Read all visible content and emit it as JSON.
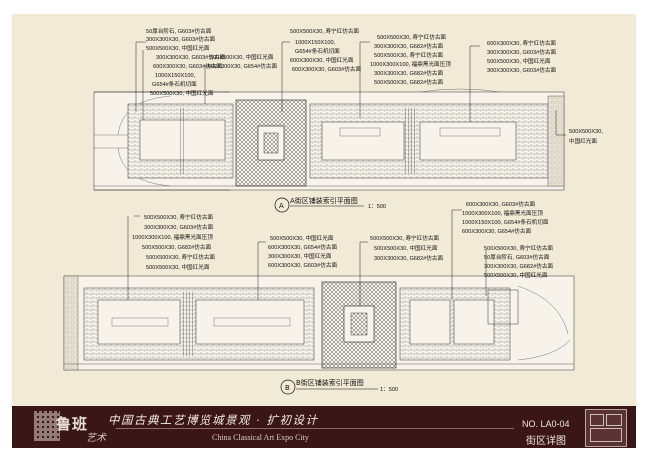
{
  "plan_a": {
    "title": "A街区铺装索引平面图",
    "scale": "1：500",
    "marker": "A",
    "callout_groups": [
      [
        "50厚台阶石, G603#仿古面",
        "300X300X30, G603#仿古面",
        "500X500X30, 中国红光面",
        "300X300X30, G603#仿古面",
        "600X300X30, G603#仿古面",
        "1000X150X100,",
        "G654#条石机切面",
        "500X500X30, 中国红光面"
      ],
      [
        "500X500X30, 中国红光面",
        "600X300X30, G654#仿古面"
      ],
      [
        "500X500X30, 寿宁红仿古面",
        "1000X150X100,",
        "G654#条石机切面",
        "600X300X30, 中国红光面",
        "600X300X30, G603#仿古面"
      ],
      [
        "500X500X30, 寿宁红仿古面",
        "300X300X30, G682#仿古面",
        "500X500X30, 寿宁红仿古面",
        "1000X300X100, 福鼎黑光面压顶",
        "300X300X30, G682#仿古面",
        "500X500X30, G682#仿古面"
      ],
      [
        "600X300X30, 寿宁红仿古面",
        "300X300X30, G603#仿古面",
        "500X500X30, 中国红光面",
        "300X300X30, G603#仿古面"
      ],
      [
        "500X500X30,",
        "中国红光面"
      ]
    ]
  },
  "plan_b": {
    "title": "B街区铺装索引平面图",
    "scale": "1：500",
    "marker": "B",
    "callout_groups": [
      [
        "500X500X30, 寿宁红仿古面",
        "300X300X30, G603#仿古面",
        "1000X300X100, 福鼎黑光面压顶",
        "500X500X30, G682#仿古面",
        "500X500X30, 寿宁红仿古面",
        "500X500X30, 中国红光面"
      ],
      [
        "500X500X30, 中国红光面",
        "600X300X30, G654#仿古面",
        "300X300X30, 中国红光面",
        "600X300X30, G603#仿古面"
      ],
      [
        "500X500X30, 寿宁红仿古面",
        "500X500X30, 中国红光面",
        "300X300X30, G682#仿古面"
      ],
      [
        "600X300X30, G603#仿古面",
        "1000X300X100, 福鼎黑光面压顶",
        "1000X150X100, G654#条石机切面",
        "600X300X30, G654#仿古面",
        "500X500X30, 寿宁红仿古面",
        "50厚台阶石, G603#仿古面",
        "300X300X30, G682#仿古面",
        "500X500X30, 中国红光面"
      ]
    ]
  },
  "footer": {
    "logo_cn": "鲁班",
    "logo_sub": "艺术",
    "title_cn": "中国古典工艺博览城景观 · 扩初设计",
    "title_en": "China Classical Art Expo City",
    "sheet_no": "NO. LA0-04",
    "sheet_name": "街区详图"
  },
  "colors": {
    "background": "#f1ead7",
    "footer": "#3b1616",
    "line": "#111111"
  }
}
